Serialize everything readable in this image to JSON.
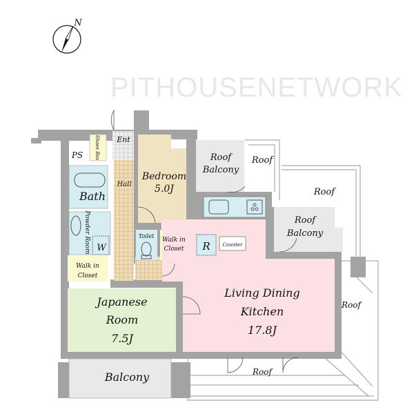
{
  "compass": {
    "label": "N"
  },
  "watermark": "PITHOUSENETWORK",
  "colors": {
    "wall": "#a3a3a3",
    "bedroom": "#efe3c2",
    "wet": "#d6edf4",
    "closet": "#fbf9cf",
    "ldk": "#fbe1e4",
    "japanese": "#e4f1d3",
    "balcony": "#e9e9e9",
    "hall": "#f2dcb4"
  },
  "rooms": {
    "ps": "PS",
    "shoes_box": "Shoes Box",
    "entrance": "Ent",
    "hall": "Hall",
    "bath": "Bath",
    "powder_room": "Powder Room",
    "washer": "W",
    "walk_in_closet_left": [
      "Walk in",
      "Closet"
    ],
    "bedroom": {
      "name": "Bedroom",
      "size": "5.0J"
    },
    "roof_balcony_top": [
      "Roof",
      "Balcony"
    ],
    "roof_small": "Roof",
    "roof_large": "Roof",
    "roof_balcony_right": [
      "Roof",
      "Balcony"
    ],
    "toilet": "Toilet",
    "walk_in_closet_mid": [
      "Walk in",
      "Closet"
    ],
    "refrigerator": "R",
    "counter": "Counter",
    "ldk": {
      "name1": "Living Dining",
      "name2": "Kitchen",
      "size": "17.8J"
    },
    "japanese_room": {
      "name1": "Japanese",
      "name2": "Room",
      "size": "7.5J"
    },
    "balcony": "Balcony",
    "roof_right": "Roof",
    "roof_bottom": "Roof"
  }
}
